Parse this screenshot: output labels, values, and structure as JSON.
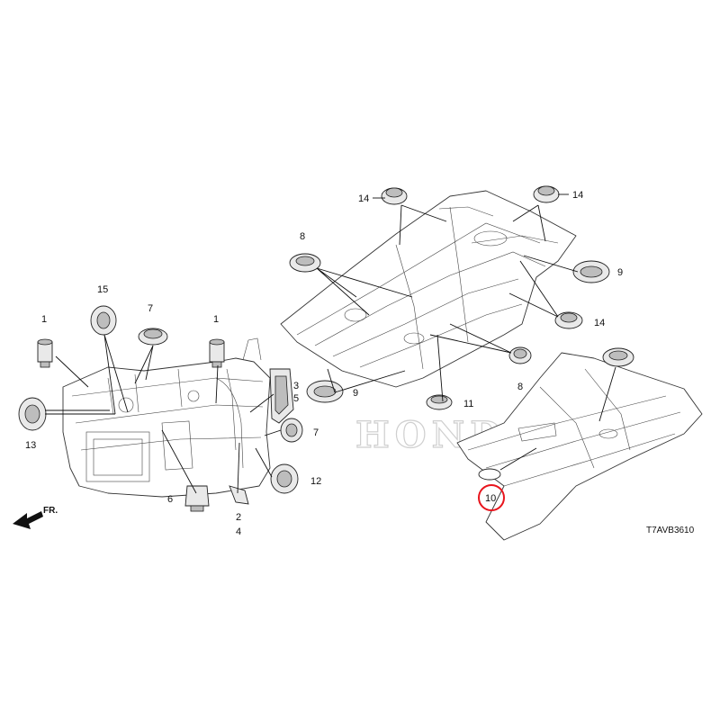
{
  "diagram_code": "T7AVB3610",
  "direction_label": "FR.",
  "watermark": "HONDA",
  "highlight_color": "#e8141c",
  "callouts": {
    "c1a": "1",
    "c1b": "1",
    "c2": "2",
    "c3": "3",
    "c4": "4",
    "c5": "5",
    "c6": "6",
    "c7a": "7",
    "c7b": "7",
    "c8a": "8",
    "c8b": "8",
    "c9a": "9",
    "c9b": "9",
    "c10": "10",
    "c11": "11",
    "c12": "12",
    "c13": "13",
    "c14a": "14",
    "c14b": "14",
    "c14c": "14",
    "c15": "15"
  }
}
